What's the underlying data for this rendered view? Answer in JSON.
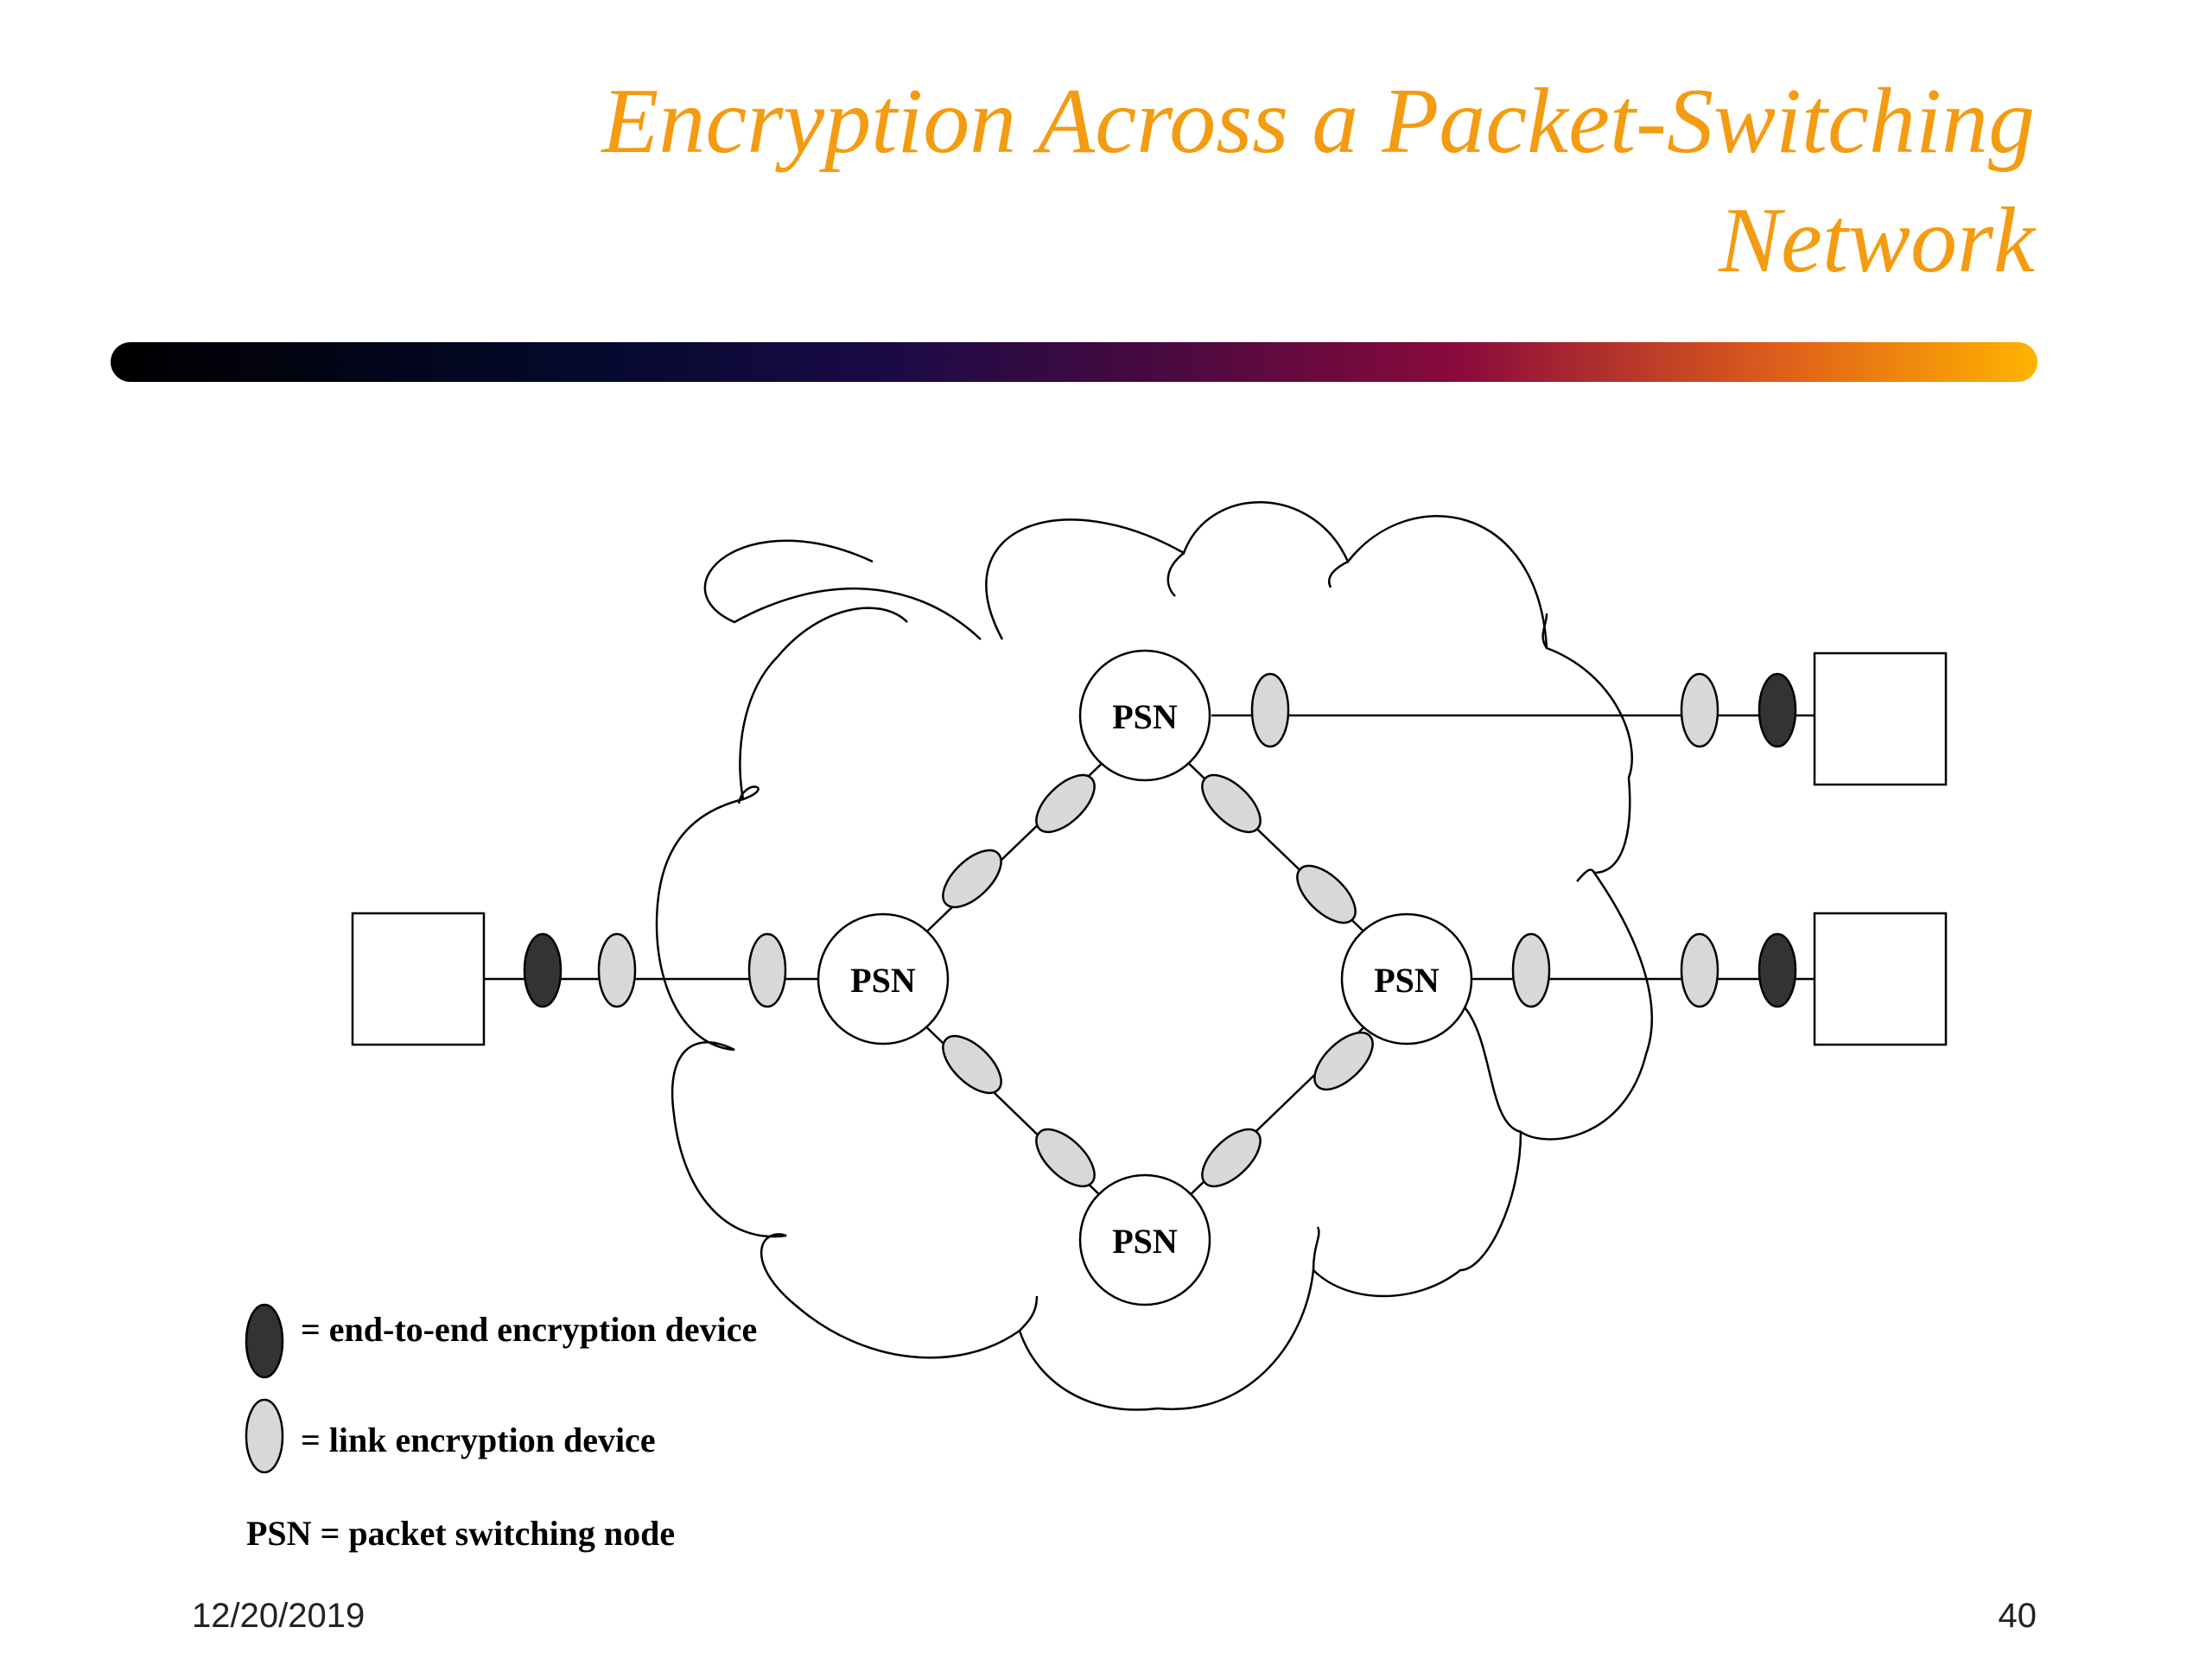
{
  "slide": {
    "title_line1": "Encryption Across a Packet-Switching",
    "title_line2": "Network",
    "date": "12/20/2019",
    "page_number": "40"
  },
  "diagram": {
    "node_label": "PSN",
    "legend": {
      "end_to_end": "= end-to-end encryption device",
      "link": "= link encryption device",
      "psn_definition": "PSN = packet switching node"
    },
    "colors": {
      "title": "#f39c12",
      "end_to_end_fill": "#333333",
      "link_fill": "#d8d8d8",
      "stroke": "#000000"
    }
  }
}
